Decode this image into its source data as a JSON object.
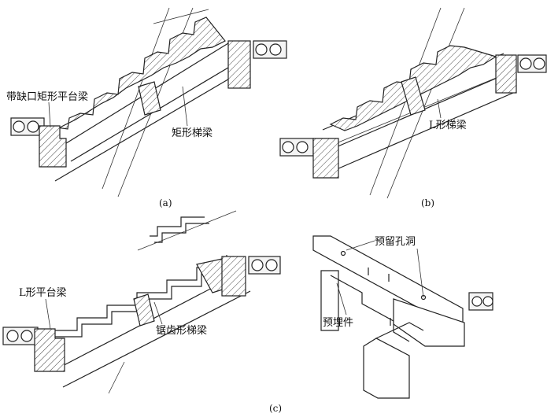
{
  "panels": {
    "a": {
      "caption": "(a)",
      "labels": {
        "platform_beam": "带缺口矩形平台梁",
        "stair_beam": "矩形梯梁"
      }
    },
    "b": {
      "caption": "(b)",
      "labels": {
        "stair_beam": "L形梯梁"
      }
    },
    "c": {
      "caption": "(c)",
      "labels": {
        "platform_beam": "L形平台梁",
        "stair_beam": "锯齿形梯梁",
        "reserved_hole": "预留孔洞",
        "embedded_part": "预埋件"
      }
    }
  },
  "colors": {
    "ink": "#222222",
    "background": "#ffffff"
  }
}
